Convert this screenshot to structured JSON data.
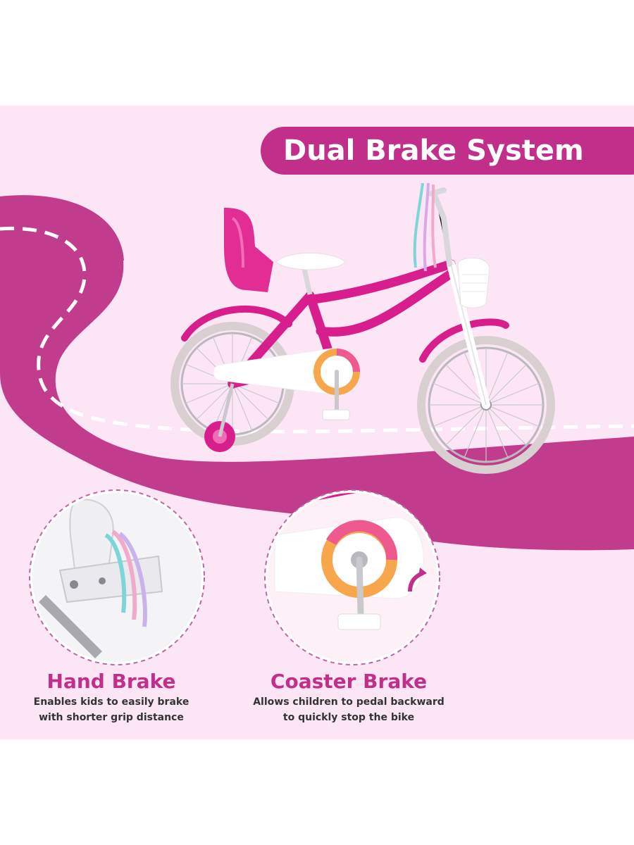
{
  "title": "Dual Brake System",
  "features": [
    {
      "title": "Hand Brake",
      "description_line1": "Enables kids to easily brake",
      "description_line2": "with shorter grip distance"
    },
    {
      "title": "Coaster Brake",
      "description_line1": "Allows children to pedal backward",
      "description_line2": "to quickly stop the bike"
    }
  ],
  "colors": {
    "background": "#fce6f6",
    "road": "#c23c8e",
    "accent": "#c22f8a",
    "bike_frame": "#d81e8c",
    "text_dark": "#333333"
  }
}
